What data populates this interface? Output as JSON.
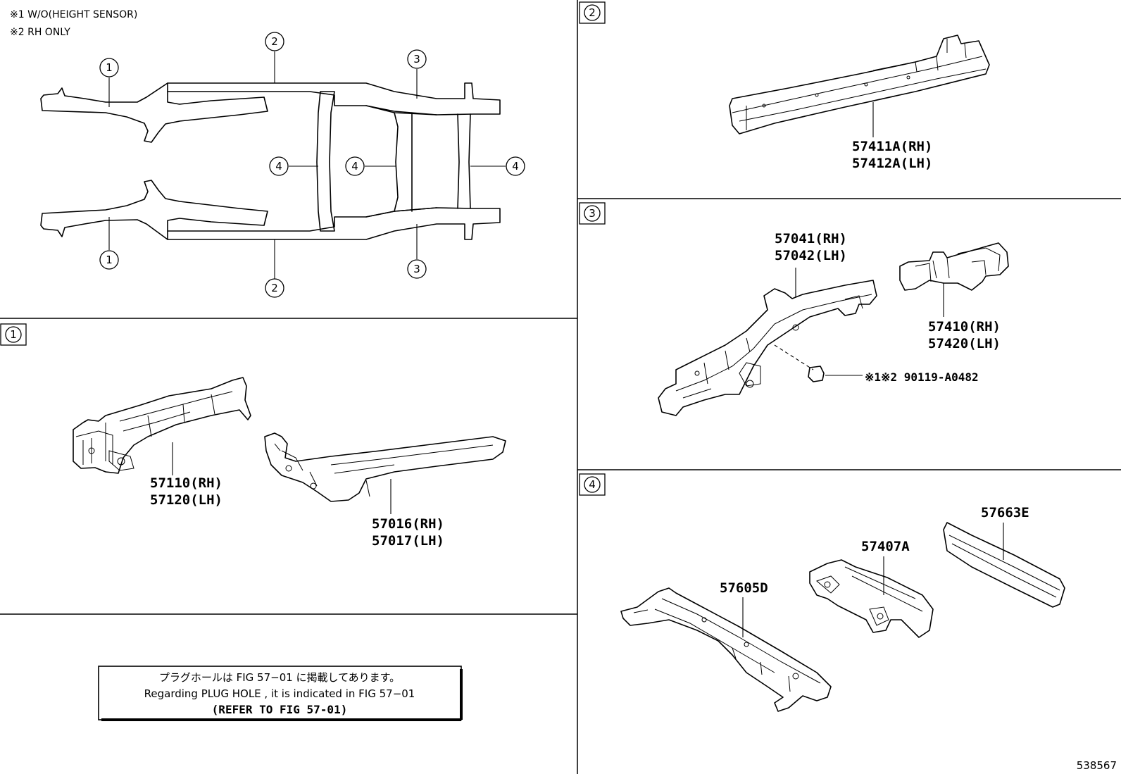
{
  "notes": {
    "note1": "※1 W/O(HEIGHT SENSOR)",
    "note2": "※2 RH ONLY"
  },
  "overview": {
    "labels": [
      "①",
      "②",
      "③",
      "④"
    ]
  },
  "panels": {
    "p1": {
      "id": "①",
      "parts": [
        {
          "line1": "57110(RH)",
          "line2": "57120(LH)"
        },
        {
          "line1": "57016(RH)",
          "line2": "57017(LH)"
        }
      ]
    },
    "p2": {
      "id": "②",
      "parts": [
        {
          "line1": "57411A(RH)",
          "line2": "57412A(LH)"
        }
      ]
    },
    "p3": {
      "id": "③",
      "parts": [
        {
          "line1": "57041(RH)",
          "line2": "57042(LH)"
        },
        {
          "line1": "57410(RH)",
          "line2": "57420(LH)"
        }
      ],
      "bolt": "※1※2  90119-A0482"
    },
    "p4": {
      "id": "④",
      "parts": [
        "57663E",
        "57407A",
        "57605D"
      ]
    }
  },
  "notice": {
    "jp": "プラグホールは FIG 57−01 に掲載してあります。",
    "en": "Regarding  PLUG  HOLE , it is indicated in FIG  57−01",
    "ref": "(REFER TO FIG 57-01)"
  },
  "figure_number": "538567"
}
